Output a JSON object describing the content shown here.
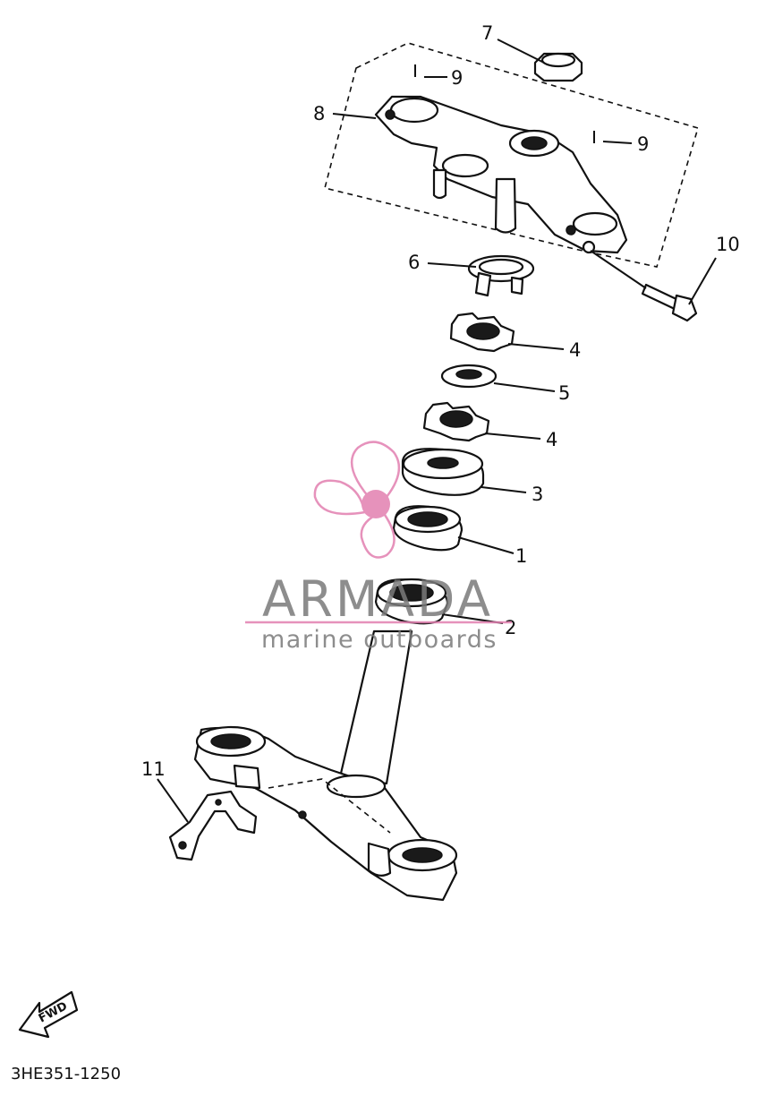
{
  "labels": {
    "p1": "1",
    "p2": "2",
    "p3": "3",
    "p4": "4",
    "p5": "5",
    "p6": "6",
    "p7": "7",
    "p8": "8",
    "p9": "9",
    "p10": "10",
    "p11": "11"
  },
  "watermark": {
    "brand": "ARMADA",
    "tagline": "marine outboards",
    "accent_color": "#e27fb0",
    "text_color": "#7a7a7a"
  },
  "fwd_label": "FWD",
  "diagram_code": "3HE351-1250"
}
